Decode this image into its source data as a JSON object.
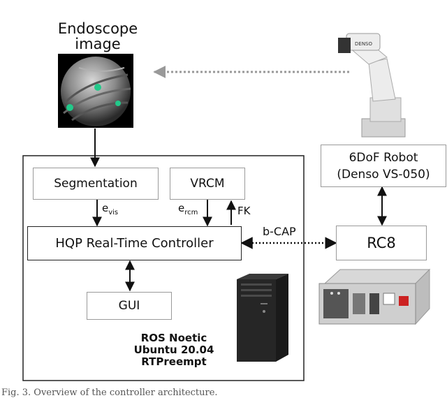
{
  "endoscope": {
    "title_line1": "Endoscope",
    "title_line2": "image"
  },
  "robot": {
    "label_line1": "6DoF Robot",
    "label_line2": "(Denso VS-050)",
    "arm_text": "DENSO"
  },
  "controller_rack": {
    "label": "RC8"
  },
  "pc": {
    "blocks": {
      "segmentation": "Segmentation",
      "vrcm": "VRCM",
      "hqp": "HQP Real-Time Controller",
      "gui": "GUI"
    },
    "signals": {
      "e_vis_main": "e",
      "e_vis_sub": "vis",
      "e_rcm_main": "e",
      "e_rcm_sub": "rcm",
      "fk": "FK"
    },
    "system": {
      "line1": "ROS Noetic",
      "line2": "Ubuntu 20.04",
      "line3": "RTPreempt"
    }
  },
  "link": {
    "protocol": "b-CAP"
  },
  "caption": "Fig. 3. Overview of the controller architecture."
}
